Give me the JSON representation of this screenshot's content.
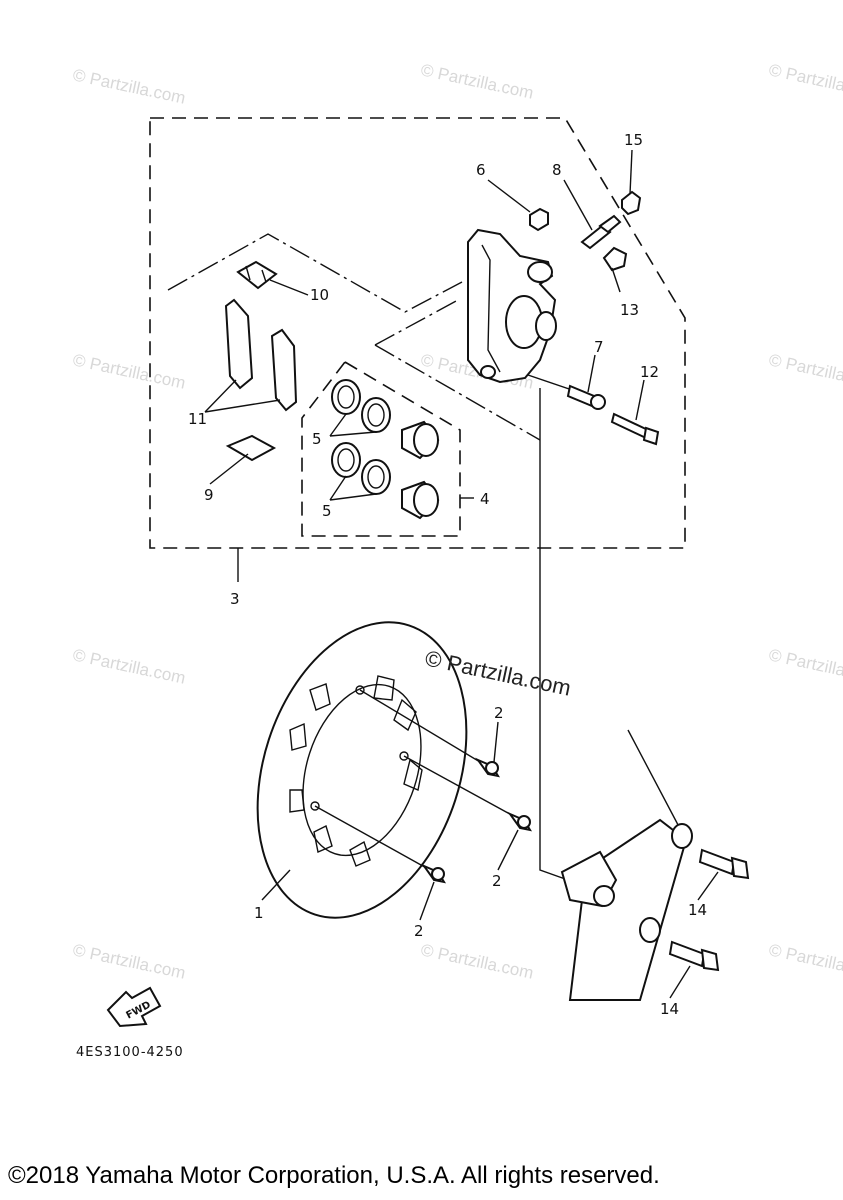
{
  "watermarks": {
    "small": "© Partzilla.com",
    "center": "© Partzilla.com"
  },
  "labels": {
    "p1": "1",
    "p2a": "2",
    "p2b": "2",
    "p2c": "2",
    "p3": "3",
    "p4": "4",
    "p5a": "5",
    "p5b": "5",
    "p6": "6",
    "p7": "7",
    "p8": "8",
    "p9": "9",
    "p10": "10",
    "p11": "11",
    "p12": "12",
    "p13": "13",
    "p14a": "14",
    "p14b": "14",
    "p15": "15"
  },
  "fwd_label": "FWD",
  "diagram_code": "4ES3100-4250",
  "copyright": "©2018 Yamaha Motor Corporation, U.S.A. All rights reserved."
}
